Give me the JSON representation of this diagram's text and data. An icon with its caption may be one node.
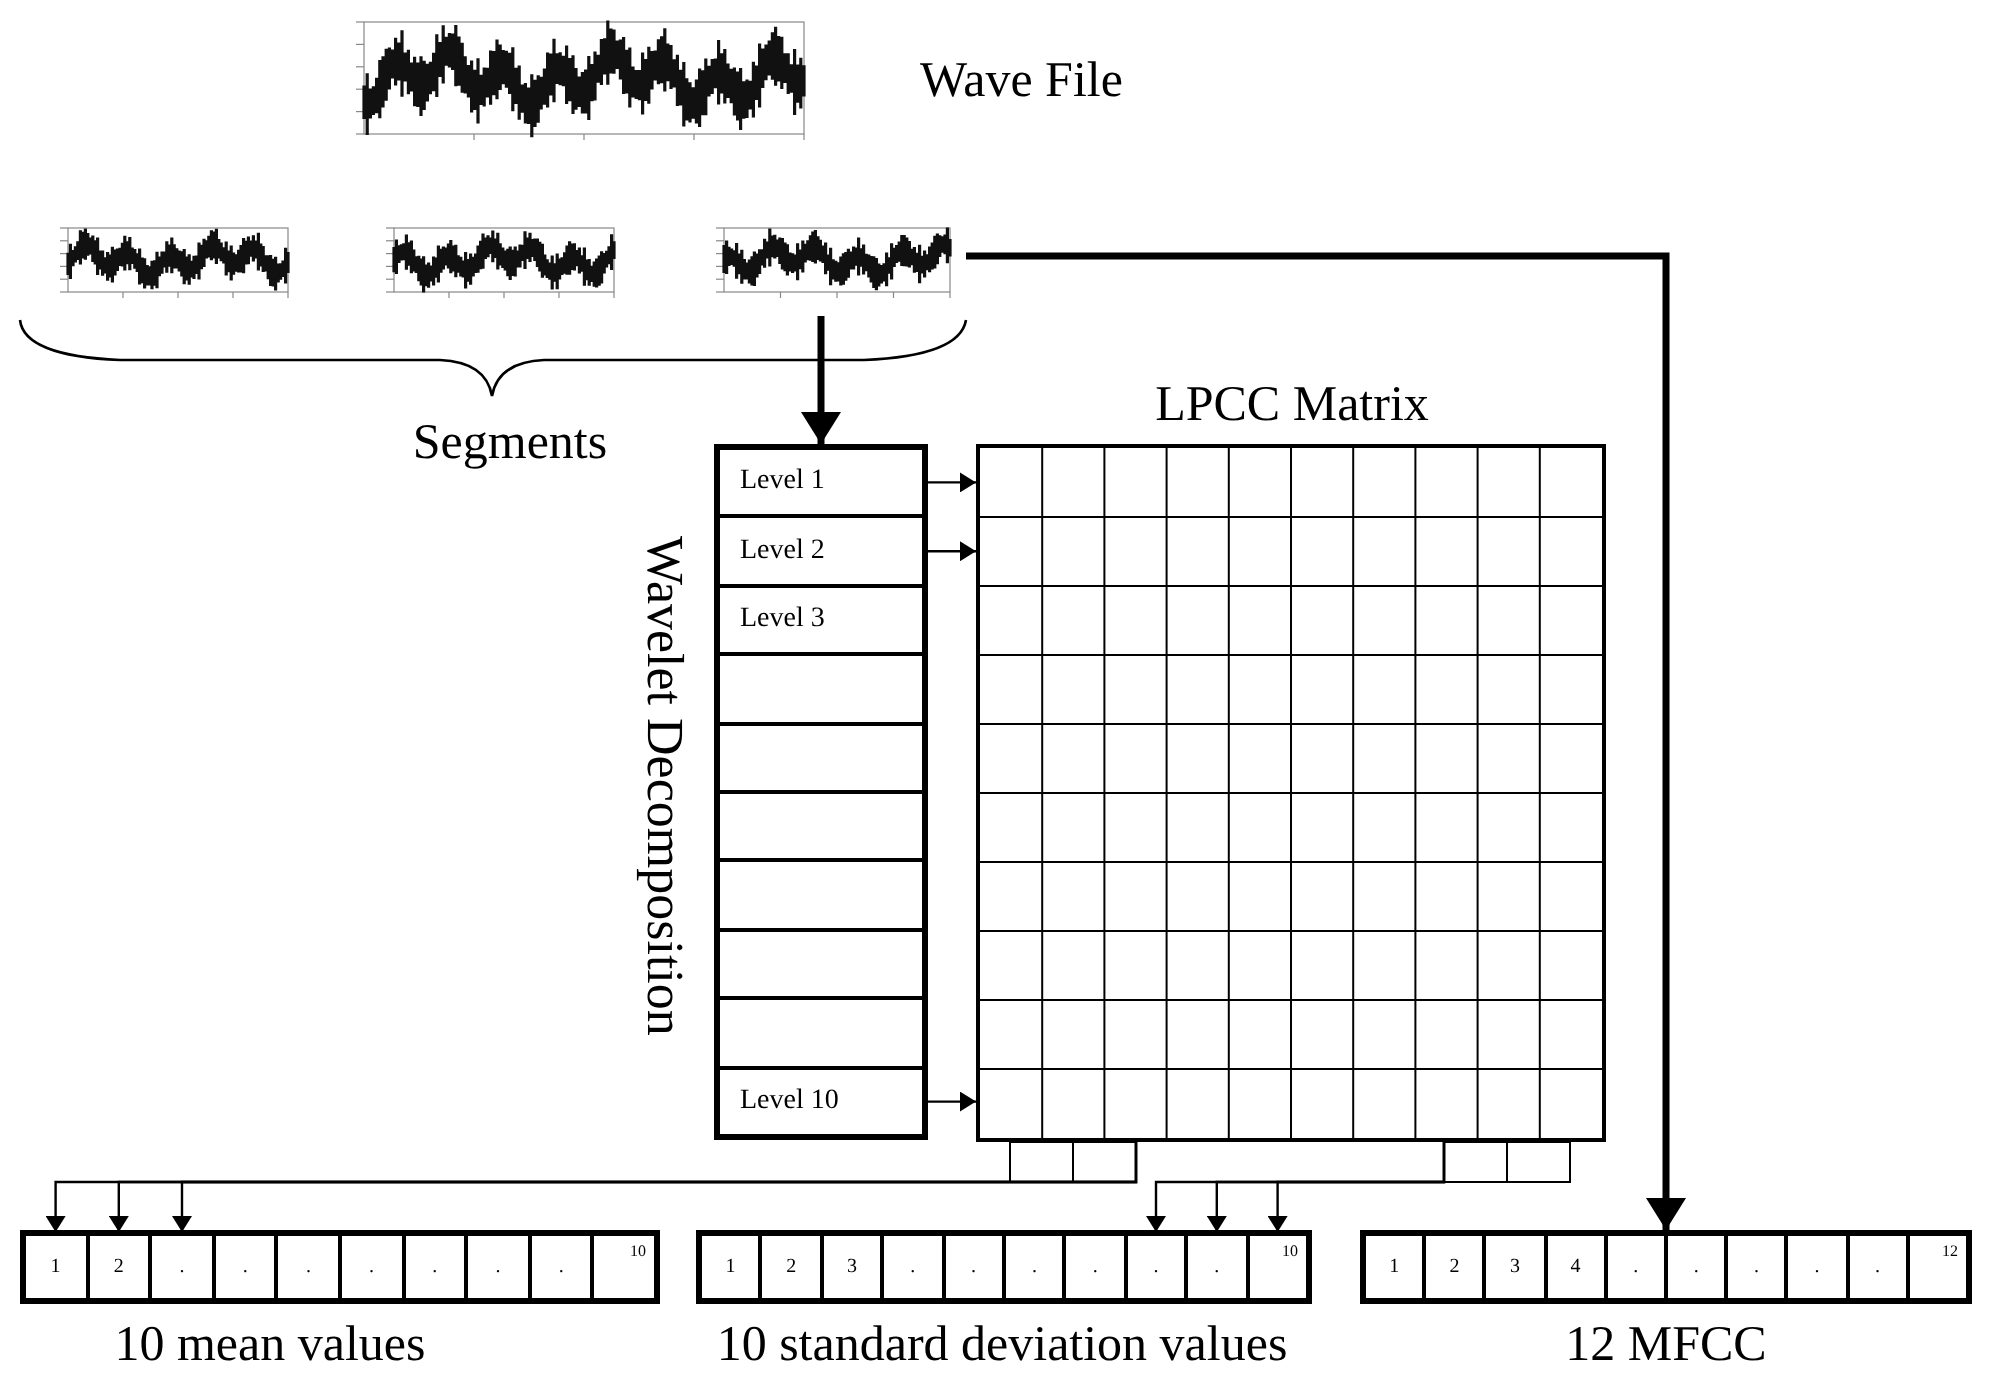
{
  "diagram": {
    "nodes": [
      {
        "text": [],
        "shape": "picture",
        "beside": [
          "Wave File"
        ]
      },
      {
        "text": [],
        "shape": "picture"
      },
      {
        "text": [],
        "shape": "picture"
      },
      {
        "text": [],
        "shape": "picture"
      },
      {
        "text": [
          "Wavelet Decomposition"
        ]
      },
      {
        "text": [
          "Level 1"
        ],
        "in": 4
      },
      {
        "text": [
          "Level 2"
        ],
        "in": 4
      },
      {
        "text": [
          "Level 3"
        ],
        "in": 4
      },
      {
        "text": [],
        "shape": "box",
        "in": 4
      },
      {
        "text": [],
        "shape": "box",
        "in": 4
      },
      {
        "text": [],
        "shape": "box",
        "in": 4
      },
      {
        "text": [],
        "shape": "box",
        "in": 4
      },
      {
        "text": [],
        "shape": "box",
        "in": 4
      },
      {
        "text": [],
        "shape": "box",
        "in": 4
      },
      {
        "text": [
          "Level 10"
        ],
        "in": 4
      },
      {
        "text": [
          "LPCC Matrix"
        ]
      },
      {
        "text": [
          "10 mean values"
        ]
      },
      {
        "text": [
          "1"
        ],
        "in": 16
      },
      {
        "text": [
          "2"
        ],
        "in": 16
      },
      {
        "text": [
          "."
        ],
        "in": 16
      },
      {
        "text": [
          "."
        ],
        "in": 16
      },
      {
        "text": [
          "."
        ],
        "in": 16
      },
      {
        "text": [
          "."
        ],
        "in": 16
      },
      {
        "text": [
          "."
        ],
        "in": 16
      },
      {
        "text": [
          "."
        ],
        "in": 16
      },
      {
        "text": [
          "."
        ],
        "in": 16
      },
      {
        "text": [
          "10"
        ],
        "in": 16
      },
      {
        "text": [
          "10 standard deviation values"
        ]
      },
      {
        "text": [
          "1"
        ],
        "in": 27
      },
      {
        "text": [
          "2"
        ],
        "in": 27
      },
      {
        "text": [
          "3"
        ],
        "in": 27
      },
      {
        "text": [
          "."
        ],
        "in": 27
      },
      {
        "text": [
          "."
        ],
        "in": 27
      },
      {
        "text": [
          "."
        ],
        "in": 27
      },
      {
        "text": [
          "."
        ],
        "in": 27
      },
      {
        "text": [
          "."
        ],
        "in": 27
      },
      {
        "text": [
          "."
        ],
        "in": 27
      },
      {
        "text": [
          "10"
        ],
        "in": 27
      },
      {
        "text": [
          "12 MFCC"
        ]
      },
      {
        "text": [
          "1"
        ],
        "in": 38
      },
      {
        "text": [
          "2"
        ],
        "in": 38
      },
      {
        "text": [
          "3"
        ],
        "in": 38
      },
      {
        "text": [
          "4"
        ],
        "in": 38
      },
      {
        "text": [
          "."
        ],
        "in": 38
      },
      {
        "text": [
          "."
        ],
        "in": 38
      },
      {
        "text": [
          "."
        ],
        "in": 38
      },
      {
        "text": [
          "."
        ],
        "in": 38
      },
      {
        "text": [
          "."
        ],
        "in": 38
      },
      {
        "text": [
          "12"
        ],
        "in": 38
      }
    ],
    "edges": [
      {
        "from": 3,
        "to": 4,
        "arrow": "to",
        "style": "thick"
      },
      {
        "from": 3,
        "to": 38,
        "arrow": "to",
        "style": "thick"
      },
      {
        "from": 5,
        "to": 15,
        "arrow": "to"
      },
      {
        "from": 6,
        "to": 15,
        "arrow": "to"
      },
      {
        "from": 14,
        "to": 15,
        "arrow": "to"
      },
      {
        "from": 15,
        "to": 17,
        "arrow": "to"
      },
      {
        "from": 15,
        "to": 18,
        "arrow": "to"
      },
      {
        "from": 15,
        "to": 19,
        "arrow": "to"
      },
      {
        "from": 15,
        "to": 35,
        "arrow": "to"
      },
      {
        "from": 15,
        "to": 36,
        "arrow": "to"
      },
      {
        "from": 15,
        "to": 37,
        "arrow": "to"
      }
    ],
    "labels": [
      "Segments"
    ]
  }
}
